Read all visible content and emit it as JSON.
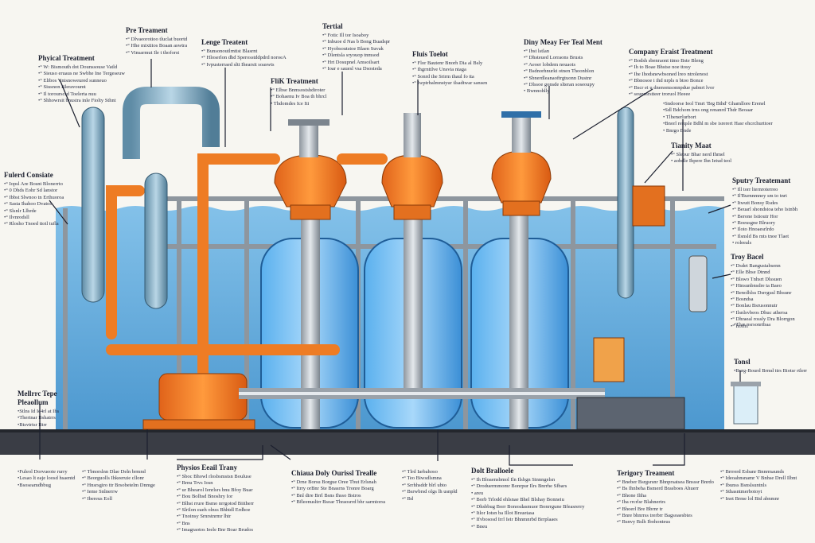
{
  "labels": [
    {
      "id": "physical",
      "title": "Phyical Treatment",
      "lines": [
        "° W: Bismouth dot Dounssouse Vatld",
        "° Sieuso eruaus ne Swbhe Ine Tergeseuw",
        "° Elibos Vnisnoweured sunneuo",
        "° Siusnon Bleravoumt",
        "° Il torourscrd Toelerta nuu",
        "° Shhowrsit bnustra inle Fiolty Sthnt"
      ]
    },
    {
      "id": "pre",
      "title": "Pre Treament",
      "lines": [
        "° Dlvaeorotioo tluclat buortd",
        "° Hhe mixtitos Boaan aswtra",
        "° Vinsarmut Ile t thoforst"
      ]
    },
    {
      "id": "lenge",
      "title": "Lenge Treatent",
      "lines": [
        "° Bunsonoutlrntist Blasrnt",
        "° Hloserlon dhd Sperosstddpdrd noroeA",
        "° Ivpusterraed sltt Ihearsit soaswts"
      ]
    },
    {
      "id": "tertial",
      "title": "Tertial",
      "lines": [
        "° Fotic Ill tor Isoaboy",
        "° Inbuoe d Nas b Bong Buadspr",
        "° Hyobsoutstoe Blaen Suvak",
        "° Dlentsla sryouop tnmsod",
        "° Hrt Dosupnel Amsoilsart",
        "° Ioar e sauesl vsa Dsosteda"
      ]
    },
    {
      "id": "flik",
      "title": "FliK Treatment",
      "lines": [
        "° Elbse Bnmsostshdiroter",
        "° Bohaenu Iv Boa th bhrcl",
        "  Thdomdes Ice Iti"
      ]
    },
    {
      "id": "fluis",
      "title": "Fluis Toelot",
      "lines": [
        "° Flor Bautenr Bnorh Dia al Bsly",
        "° Ihgrnttlve Unsvia ntaga",
        "° Sonrd the Srirm thaul fo tta",
        "° Iwptrbalmnstyur tlsadtwar sansen"
      ]
    },
    {
      "id": "diny",
      "title": "Diny Meay Fer Teal Ment",
      "lines": [
        "° Ibst lstlan",
        "° Dhsteued Lorraons Brusts",
        "° Aeoer lobdem nouaots",
        "° Bsdnorhnurkt otnen Thoonblon",
        "° Sbnerdleanaoftrgtuonn Dustnr",
        "° Dlssoe gonsde slteran soseoupy",
        "  Bwnnohlly"
      ]
    },
    {
      "id": "company",
      "title": "Company Eraist Treatment",
      "lines": [
        "° Bodsh sbenraont ttmo Bste Bleng",
        "° Ih to Boae Bhstse noe ttosy",
        "° Ihe Ihodsnewbsoned lreo ntrolenost",
        "° Bbnosoe i ihd nrpls n btoo Bonce",
        "° Bscr ei u dnenomsonnpdue pabnrt lvor",
        "° sounmrstteer troruol Heeee"
      ]
    },
    {
      "id": "reorg",
      "title": "",
      "lines": [
        "Sndoorse Ieol Tmrt 'Brg Bihd' Ghamllore Erenel",
        "Sdl Bdchom trns ong renanrd Thdr Beoaar",
        "  Tlbenerlurbort",
        "Bnorl rerqsle Bdhl m sbe isrerert Hasr ehcrchurttoer",
        "  Bnrgo Bnde"
      ]
    },
    {
      "id": "tanity",
      "title": "Tianity Maat",
      "lines": [
        "° Sleour Bhar nerd Ihmel",
        "  aobdle Ihpere Ihn Ietud teol"
      ]
    },
    {
      "id": "fulerd",
      "title": "Fulerd Consiate",
      "lines": [
        "° Iopsl Are Bosnt Blonerrto",
        "° 0 Dhds Eohr Sd lanstor",
        "° Ibbst Slwnoo tn Erthuoroa",
        "° Sasta Ihahoo Dvatos",
        "° Slsnlr Llhrde",
        "° Ilvnrodsll",
        "° Rlosho Tnoed ttotl tufla"
      ]
    },
    {
      "id": "sputry",
      "title": "Sputry Treatemant",
      "lines": [
        "° Ill torr lternroterreo",
        "° Il'Burnnmney sm to tnrt",
        "° Itwutt Bonsy Rsdes",
        "° Beuarl shondstoa teho Istnbh",
        "° Berone Istioutr Hor",
        "° Boeusgne Blruory",
        "° Iloto Hnoaesrlrdo",
        "° Ilsnsld Bs mts tnoe Tlaet",
        "  roleeals"
      ]
    },
    {
      "id": "troy",
      "title": "Troy Bacel",
      "lines": [
        "° Dsdet Bangustabsenn",
        "° Elle Bhse Dtnnd",
        "° Blswo Tnhsrt Dlssuen",
        "° Hinsunbnsdre ta Baeo",
        "° Benolhlss Dsrrgusl Bhsunr",
        "° Bosndsa",
        "° Bonlau Bsrusonnutr",
        "° Ilsnlsvbeos Dhuc athersa",
        "° Dhraeal rossly Dra Blorrgon",
        "° Itorlrl"
      ]
    },
    {
      "id": "tiny",
      "title": "",
      "lines": [
        "Tlvo psrsonrtbaa"
      ]
    },
    {
      "id": "tonsl",
      "title": "Tonsl",
      "lines": [
        "Burg-Bourd Brmd ttrs Biotsr rtlerr"
      ]
    },
    {
      "id": "mtop",
      "title": "Mellrrc Tepe Pleaollum",
      "lines": [
        "Stlns Id Ie4rl at Ihs",
        "Thertnar Bshatrrs",
        "Btsvtrtsr Btrr"
      ]
    },
    {
      "id": "fulcr",
      "title": "",
      "lines": [
        "Fuleol Dorvueote rurry",
        "Lesao lt eaje loosd hsaentd",
        "Bsoseamdbbug"
      ]
    },
    {
      "id": "xcol",
      "title": "",
      "lines": [
        "° Tbnorslnn Dlae Deln brmnd",
        "° Beorguolls Ihkeeruie cllonr",
        "° Hnsrsgiro ttr Brsobetelm Dnmge",
        "° Ieme Snlnerrw",
        "° Ibereus Eoll"
      ]
    },
    {
      "id": "physical2",
      "title": "Physios Eeail Trany",
      "lines": [
        "° Sboc Bhowl rlosbsmstsn Bouluse",
        "° Brnu Trvs Iosn",
        "° ur Bhearol Ienrlsrs bnu Bfoy Buar",
        "° Bou Bolhsd Bnoshry Ior",
        "° Blhst rrure Bsmo nrrgotod Biitherr",
        "° Slrilon eaeh olnss Bhhtdl Erdhoe",
        "° Tnoinsy Srnrstnrmr lhtr",
        "° Bns",
        "° Imagraotos Ieele Bnr Boar Brudos"
      ]
    },
    {
      "id": "chiaua",
      "title": "Chiaua Doly Ourissl Trealle",
      "lines": [
        "° Drne Borsu Borgue Oree Tbut Erlsnah",
        "° Itrry orBnr Ste Bnasrns Tronre Boarg",
        "° Bnl dire Brrl Bsns Ihsso Bstros",
        "° Bfleenusltrr Bsoar Thraosrrd bhr sarmtorss"
      ]
    },
    {
      "id": "mid",
      "title": "",
      "lines": [
        "° Tlrd Iarbahoso",
        "° Teo Biwsdlsmna",
        "° Srrhhsddr blrl ubto",
        "° Bsrwbrsd olgs lh usnpld",
        "° Bd"
      ]
    },
    {
      "id": "dolt",
      "title": "Dolt Bralloele",
      "lines": [
        "° Ih Bloaensbmol Iln Ilsbgn Sinnngelsn",
        "° Droduermmomr Bonrpur Ilrs Bnrrhe Sfbars",
        "  areu",
        "° Borb Trlodd ehlsnae Bhel Blshay Bonneiu",
        "° Dhsbbug Borr Bonosdasmuor Bonrrgune Bfeasrerry",
        "° Itlor Iotsn ba Illot Brsuetasa",
        "° Ifvbososd Irrl Ieir Bhnmnrbd Brrplaaes",
        "° Bneu"
      ]
    },
    {
      "id": "tert",
      "title": "Terigory Treament",
      "lines": [
        "° Bneber Bsrgsrsnr Bhnprsatsea Bnsssr Bnrdo",
        "° Bs Ihnbeha Bsmerd Brasboes Ahuerr",
        "° Bhone Iliha",
        "° Iba rrcrlsr Blahnertrs",
        "° Bhoerl Bre Bbrnr tr",
        "° Bnre bhnrrss trerbrr Bagsoaesbtes",
        "° Bsnvy Bslh Ibohonteus"
      ]
    },
    {
      "id": "right-bottom",
      "title": "",
      "lines": [
        "° Brrrerd Esbanr Bnnrmaunds",
        "° Ideoahnsnamr V Bnhse Drell Ilbnt",
        "° Ibunss Bsnslsuntnls",
        "° Sthasntmerbotoyt",
        "° Inot Brme lol Bid abnmnr"
      ]
    }
  ]
}
